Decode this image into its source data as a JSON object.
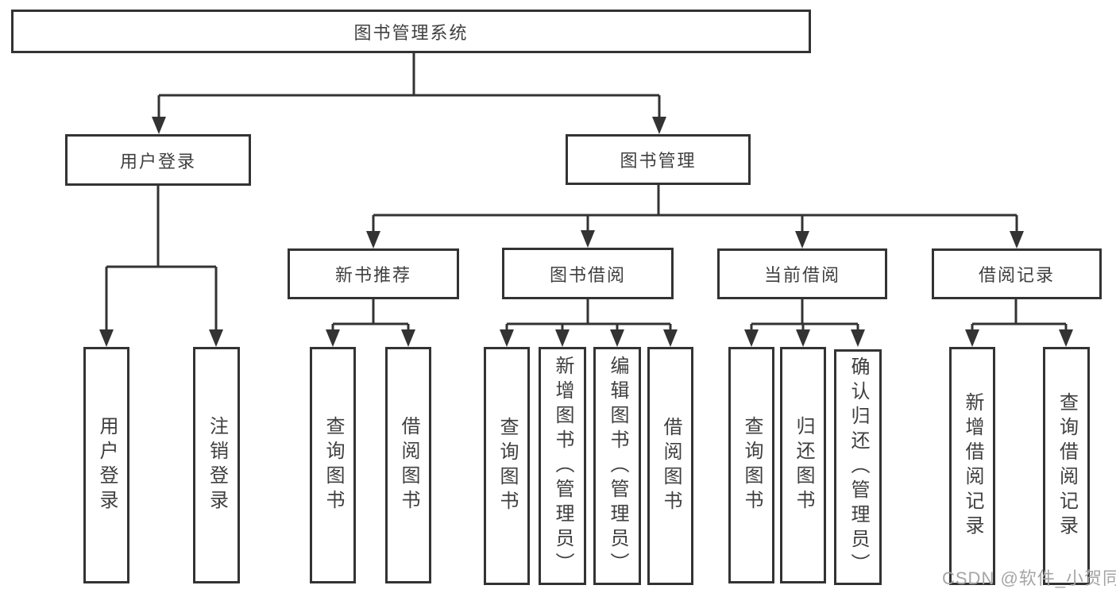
{
  "tree": {
    "label": "图书管理系统",
    "children": [
      {
        "label": "用户登录",
        "children": [
          {
            "label": "用户登录"
          },
          {
            "label": "注销登录"
          }
        ]
      },
      {
        "label": "图书管理",
        "children": [
          {
            "label": "新书推荐",
            "children": [
              {
                "label": "查询图书"
              },
              {
                "label": "借阅图书"
              }
            ]
          },
          {
            "label": "图书借阅",
            "children": [
              {
                "label": "查询图书"
              },
              {
                "label": "新增图书（管理员）"
              },
              {
                "label": "编辑图书（管理员）"
              },
              {
                "label": "借阅图书"
              }
            ]
          },
          {
            "label": "当前借阅",
            "children": [
              {
                "label": "查询图书"
              },
              {
                "label": "归还图书"
              },
              {
                "label": "确认归还（管理员）"
              }
            ]
          },
          {
            "label": "借阅记录",
            "children": [
              {
                "label": "新增借阅记录"
              },
              {
                "label": "查询借阅记录"
              }
            ]
          }
        ]
      }
    ]
  },
  "watermark": {
    "text": "CSDN @软件_小贺同学",
    "color": "#a5a5a5"
  },
  "colors": {
    "background": "#ffffff",
    "box_border": "#333333",
    "box_fill": "#ffffff",
    "connector": "#333333",
    "text": "#3f3f3f"
  }
}
